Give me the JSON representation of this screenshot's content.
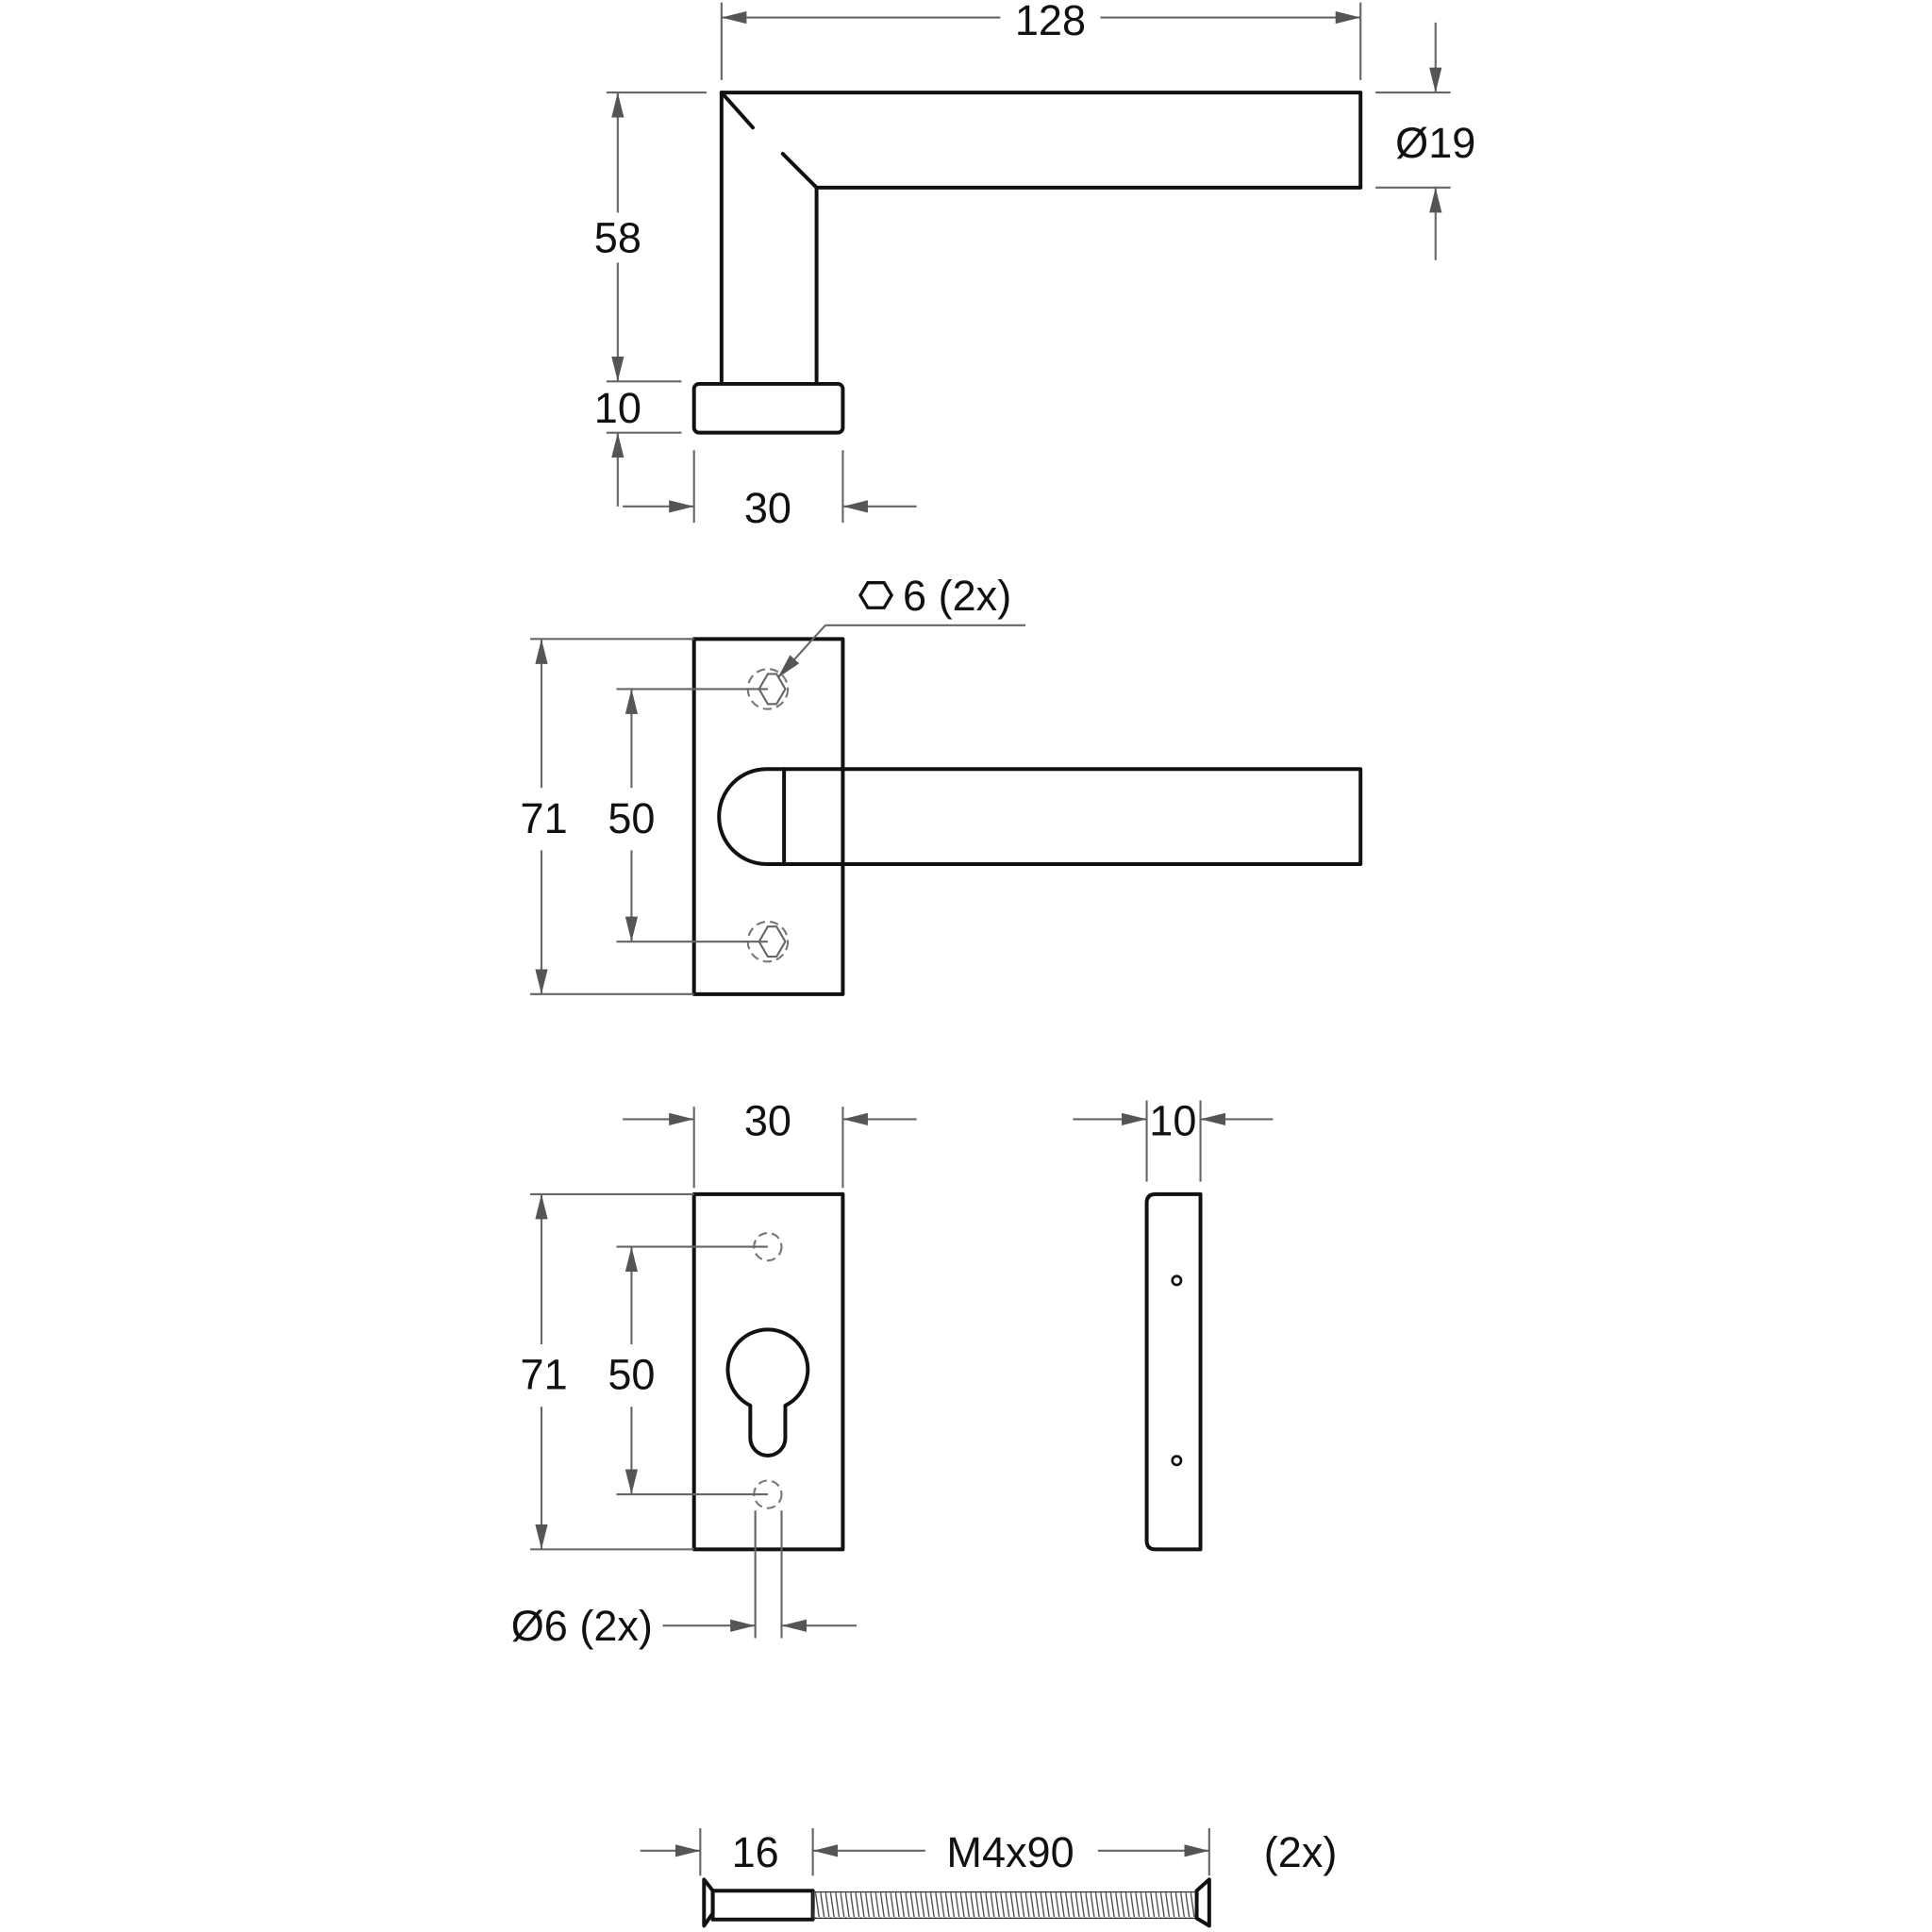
{
  "drawing": {
    "subject": "Lever door handle set on rectangular rosette with profile cylinder escutcheon",
    "units": "mm",
    "views": [
      {
        "name": "handle-side-view",
        "dimensions": {
          "length": "128",
          "height": "58",
          "tube_diameter": "Ø19",
          "rosette_height": "10",
          "rosette_width": "30"
        }
      },
      {
        "name": "handle-front-view",
        "dimensions": {
          "plate_height": "71",
          "hole_spacing": "50",
          "screw_note": "6 (2x)"
        }
      },
      {
        "name": "escutcheon-front-view",
        "dimensions": {
          "plate_width": "30",
          "plate_height": "71",
          "hole_spacing": "50",
          "hole_note": "Ø6 (2x)"
        }
      },
      {
        "name": "escutcheon-side-view",
        "dimensions": {
          "thickness": "10"
        }
      },
      {
        "name": "screw",
        "dimensions": {
          "head_length": "16",
          "thread": "M4x90",
          "quantity": "(2x)"
        }
      }
    ]
  },
  "labels": {
    "len128": "128",
    "dia19": "Ø19",
    "h58": "58",
    "h10": "10",
    "w30_top": "30",
    "hex6": "6 (2x)",
    "h71_a": "71",
    "s50_a": "50",
    "w30_b": "30",
    "t10": "10",
    "h71_b": "71",
    "s50_b": "50",
    "dia6": "Ø6 (2x)",
    "s16": "16",
    "m4x90": "M4x90",
    "qty2x": "(2x)"
  },
  "colors": {
    "line": "#111111",
    "dimension": "#666666",
    "background": "#ffffff"
  }
}
